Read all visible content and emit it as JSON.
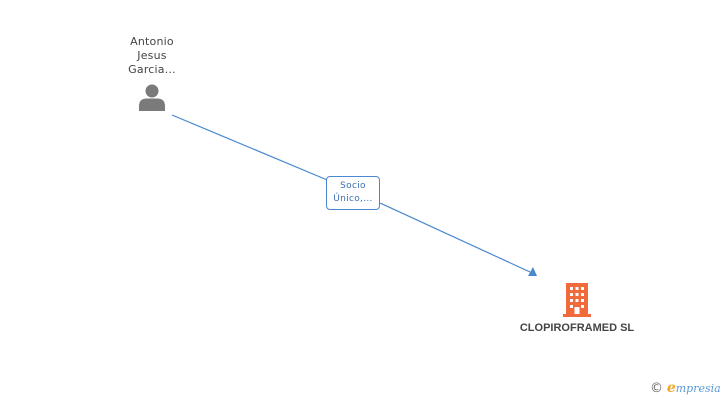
{
  "nodes": {
    "person": {
      "name_lines": [
        "Antonio",
        "Jesus",
        "Garcia..."
      ],
      "icon": "person-icon"
    },
    "company": {
      "name": "CLOPIROFRAMED SL",
      "icon": "building-icon",
      "icon_color": "#f06a3c"
    }
  },
  "edge": {
    "label_lines": [
      "Socio",
      "Único,..."
    ],
    "color": "#4a88d1"
  },
  "branding": {
    "copyright_symbol": "©",
    "logo_first_letter": "e",
    "logo_rest": "mpresia"
  }
}
